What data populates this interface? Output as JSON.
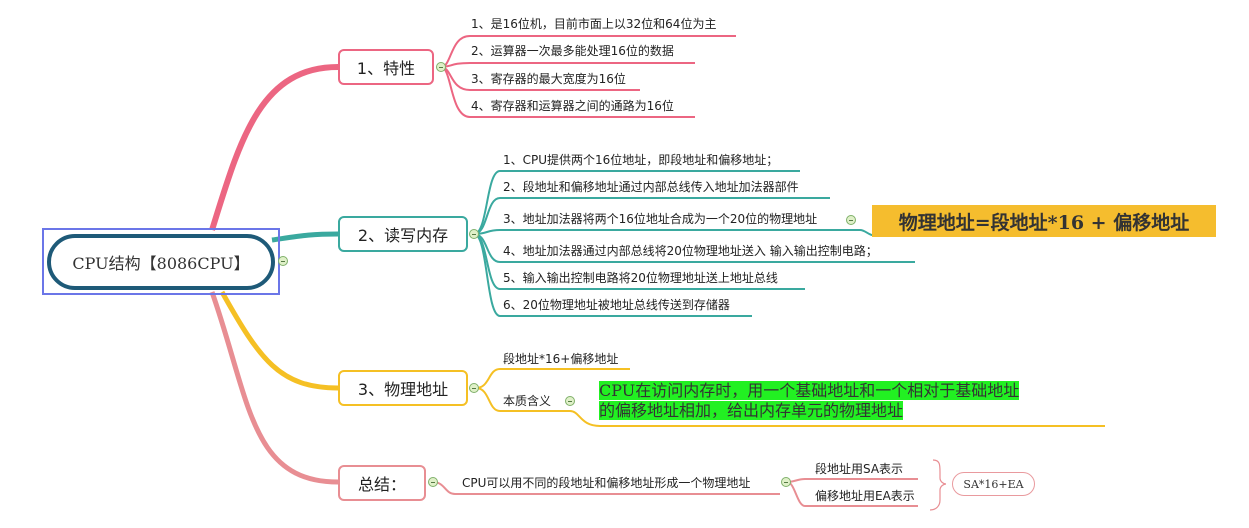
{
  "root": {
    "label": "CPU结构【8086CPU】"
  },
  "colors": {
    "branch1": "#ec6682",
    "branch2": "#3aa99f",
    "branch3": "#f5c024",
    "branch4": "#e88e93",
    "root_border": "#1e5a78",
    "selection": "#6b76e8",
    "formula_bg": "#f5bd2e",
    "highlight_bg": "#22f022"
  },
  "branches": [
    {
      "label": "1、特性",
      "children": [
        "1、是16位机，目前市面上以32位和64位为主",
        "2、运算器一次最多能处理16位的数据",
        "3、寄存器的最大宽度为16位",
        "4、寄存器和运算器之间的通路为16位"
      ]
    },
    {
      "label": "2、读写内存",
      "children": [
        "1、CPU提供两个16位地址，即段地址和偏移地址；",
        "2、段地址和偏移地址通过内部总线传入地址加法器部件",
        "3、地址加法器将两个16位地址合成为一个20位的物理地址",
        "4、地址加法器通过内部总线将20位物理地址送入 输入输出控制电路；",
        "5、输入输出控制电路将20位物理地址送上地址总线",
        "6、20位物理地址被地址总线传送到存储器"
      ],
      "formula": "物理地址=段地址*16 + 偏移地址"
    },
    {
      "label": "3、物理地址",
      "children": [
        "段地址*16+偏移地址",
        "本质含义"
      ],
      "meaning_line1": "CPU在访问内存时，用一个基础地址和一个相对于基础地址",
      "meaning_line2": "的偏移地址相加，给出内存单元的物理地址"
    },
    {
      "label": "总结：",
      "children": [
        "CPU可以用不同的段地址和偏移地址形成一个物理地址"
      ],
      "sub": [
        "段地址用SA表示",
        "偏移地址用EA表示"
      ],
      "summary": "SA*16+EA"
    }
  ]
}
